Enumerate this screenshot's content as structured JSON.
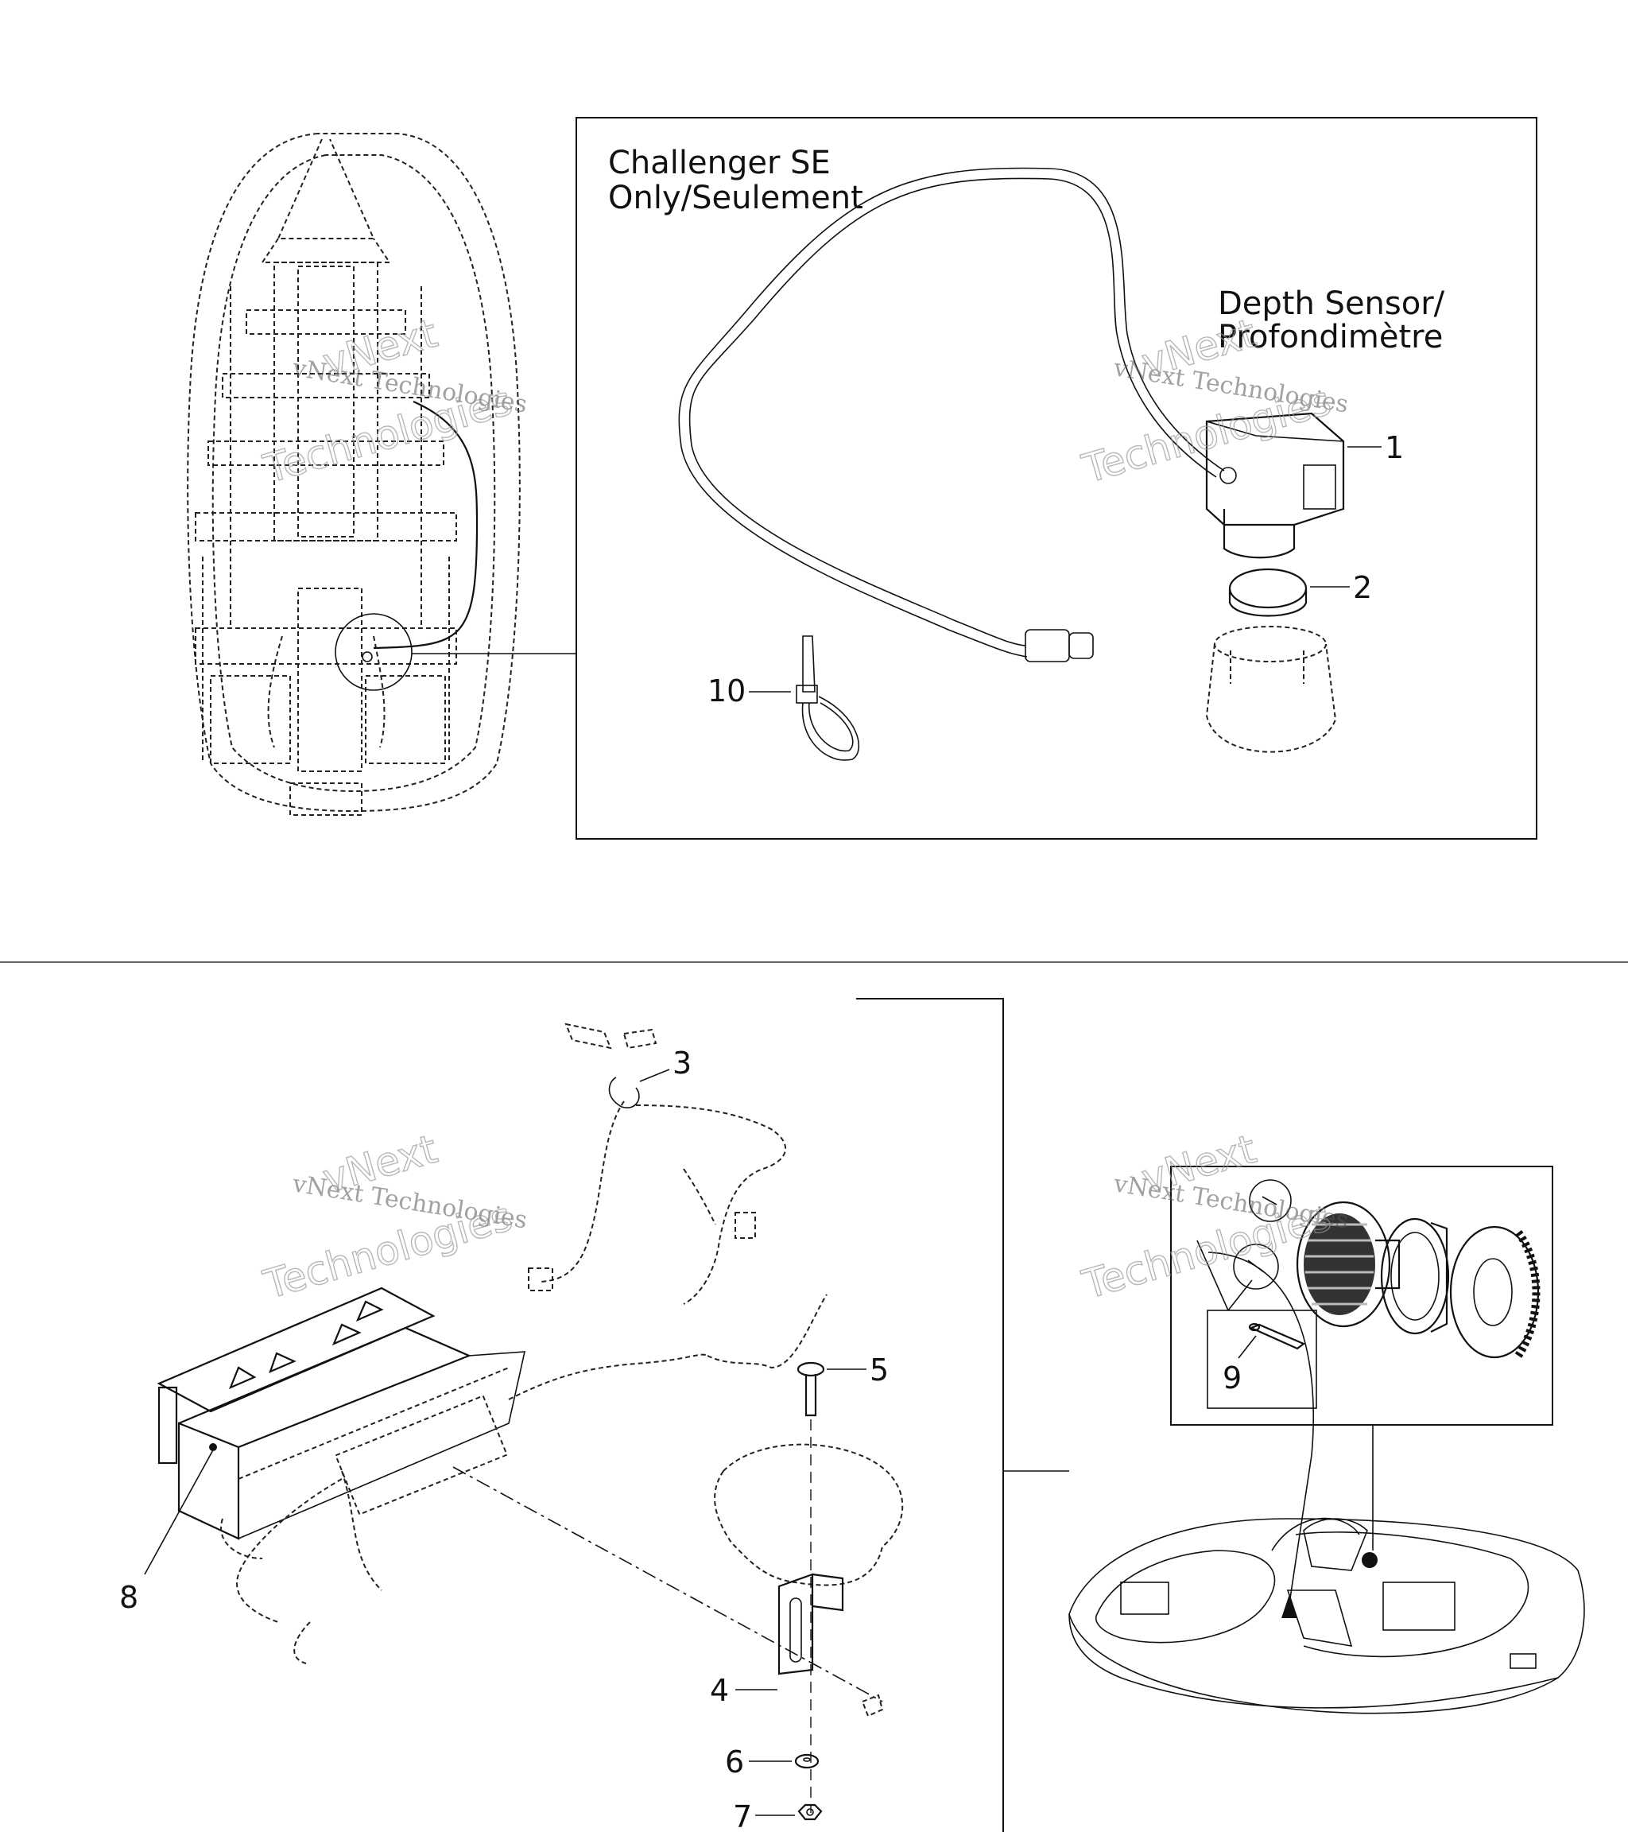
{
  "inset_title": {
    "line1": "Challenger SE",
    "line2": "Only/Seulement"
  },
  "depth_sensor_label": {
    "line1": "Depth Sensor/",
    "line2": "Profondimètre"
  },
  "watermark": {
    "line1": "vNext Technologies",
    "line2": "vNext",
    "line3": "Technologies"
  },
  "callouts": {
    "c1": "1",
    "c2": "2",
    "c3": "3",
    "c4": "4",
    "c5": "5",
    "c6": "6",
    "c7": "7",
    "c8": "8",
    "c9": "9",
    "c10": "10"
  },
  "colors": {
    "line": "#111111",
    "background": "#ffffff",
    "watermark": "#999999"
  }
}
